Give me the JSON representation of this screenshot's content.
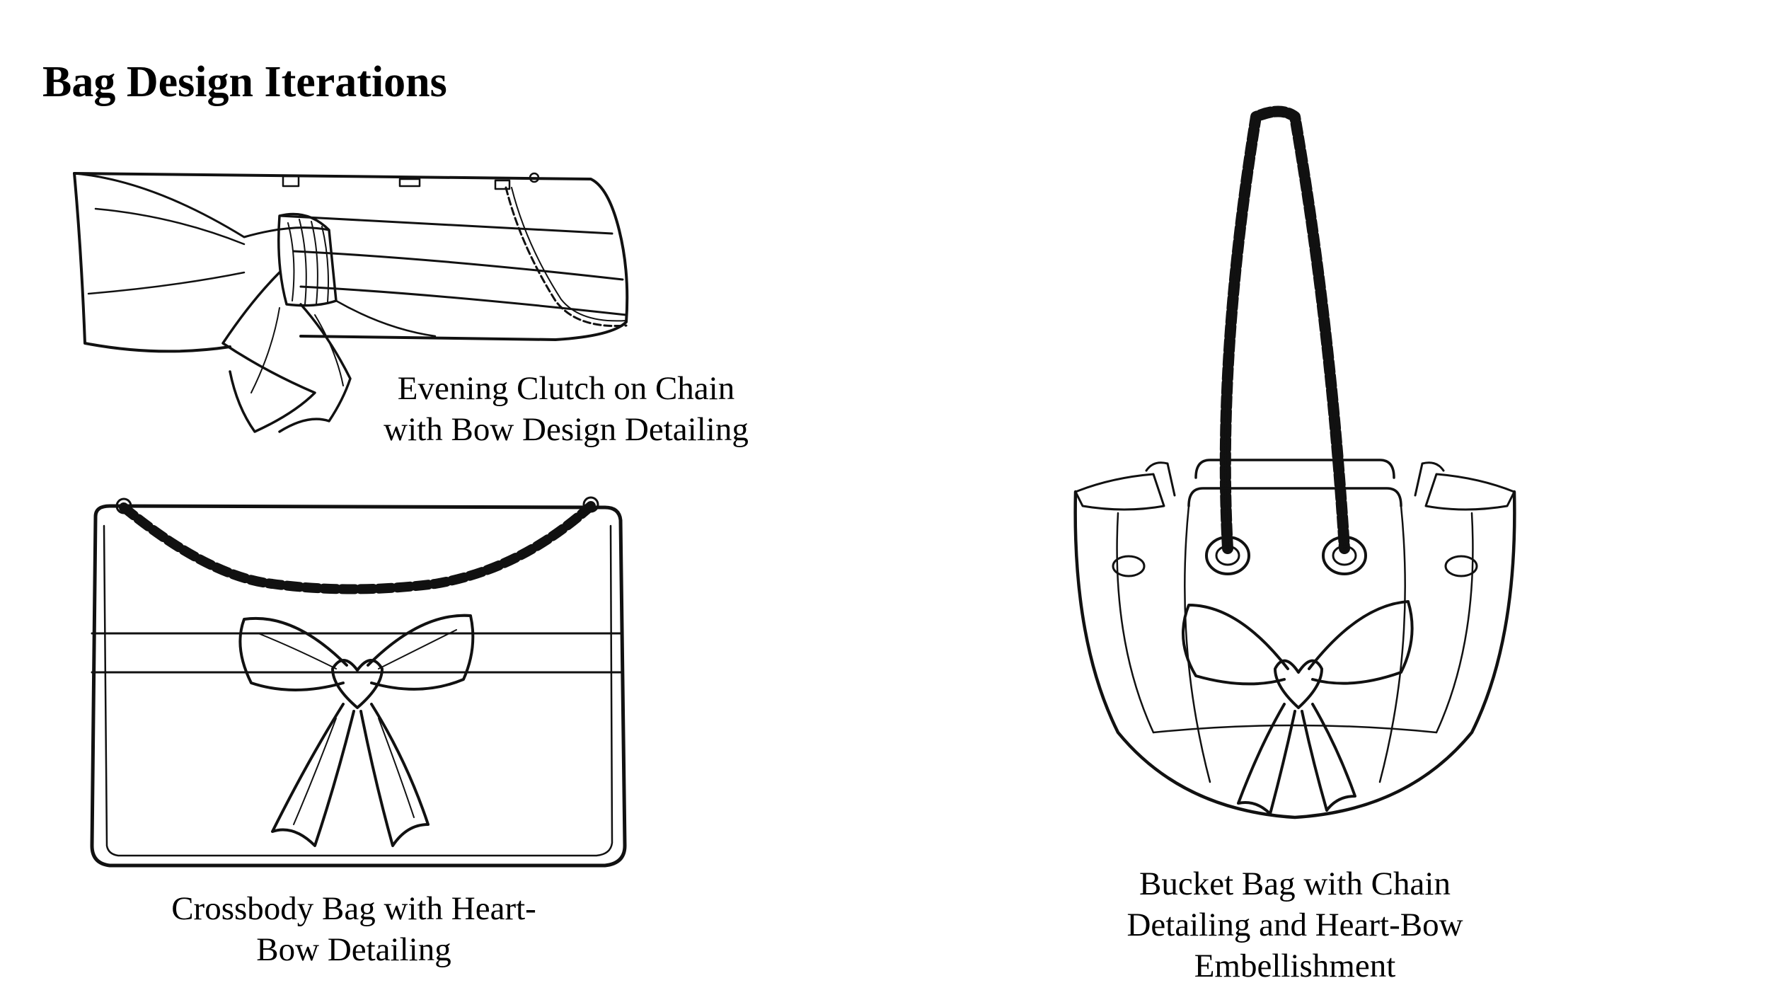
{
  "page": {
    "title": "Bag Design Iterations"
  },
  "designs": [
    {
      "id": "evening-clutch",
      "caption_lines": [
        "Evening Clutch on Chain",
        "with Bow Design Detailing"
      ]
    },
    {
      "id": "crossbody-bag",
      "caption_lines": [
        "Crossbody Bag with Heart-",
        "Bow Detailing"
      ]
    },
    {
      "id": "bucket-bag",
      "caption_lines": [
        "Bucket Bag with Chain",
        "Detailing and Heart-Bow",
        "Embellishment"
      ]
    }
  ],
  "colors": {
    "background": "#ffffff",
    "ink": "#111111"
  }
}
